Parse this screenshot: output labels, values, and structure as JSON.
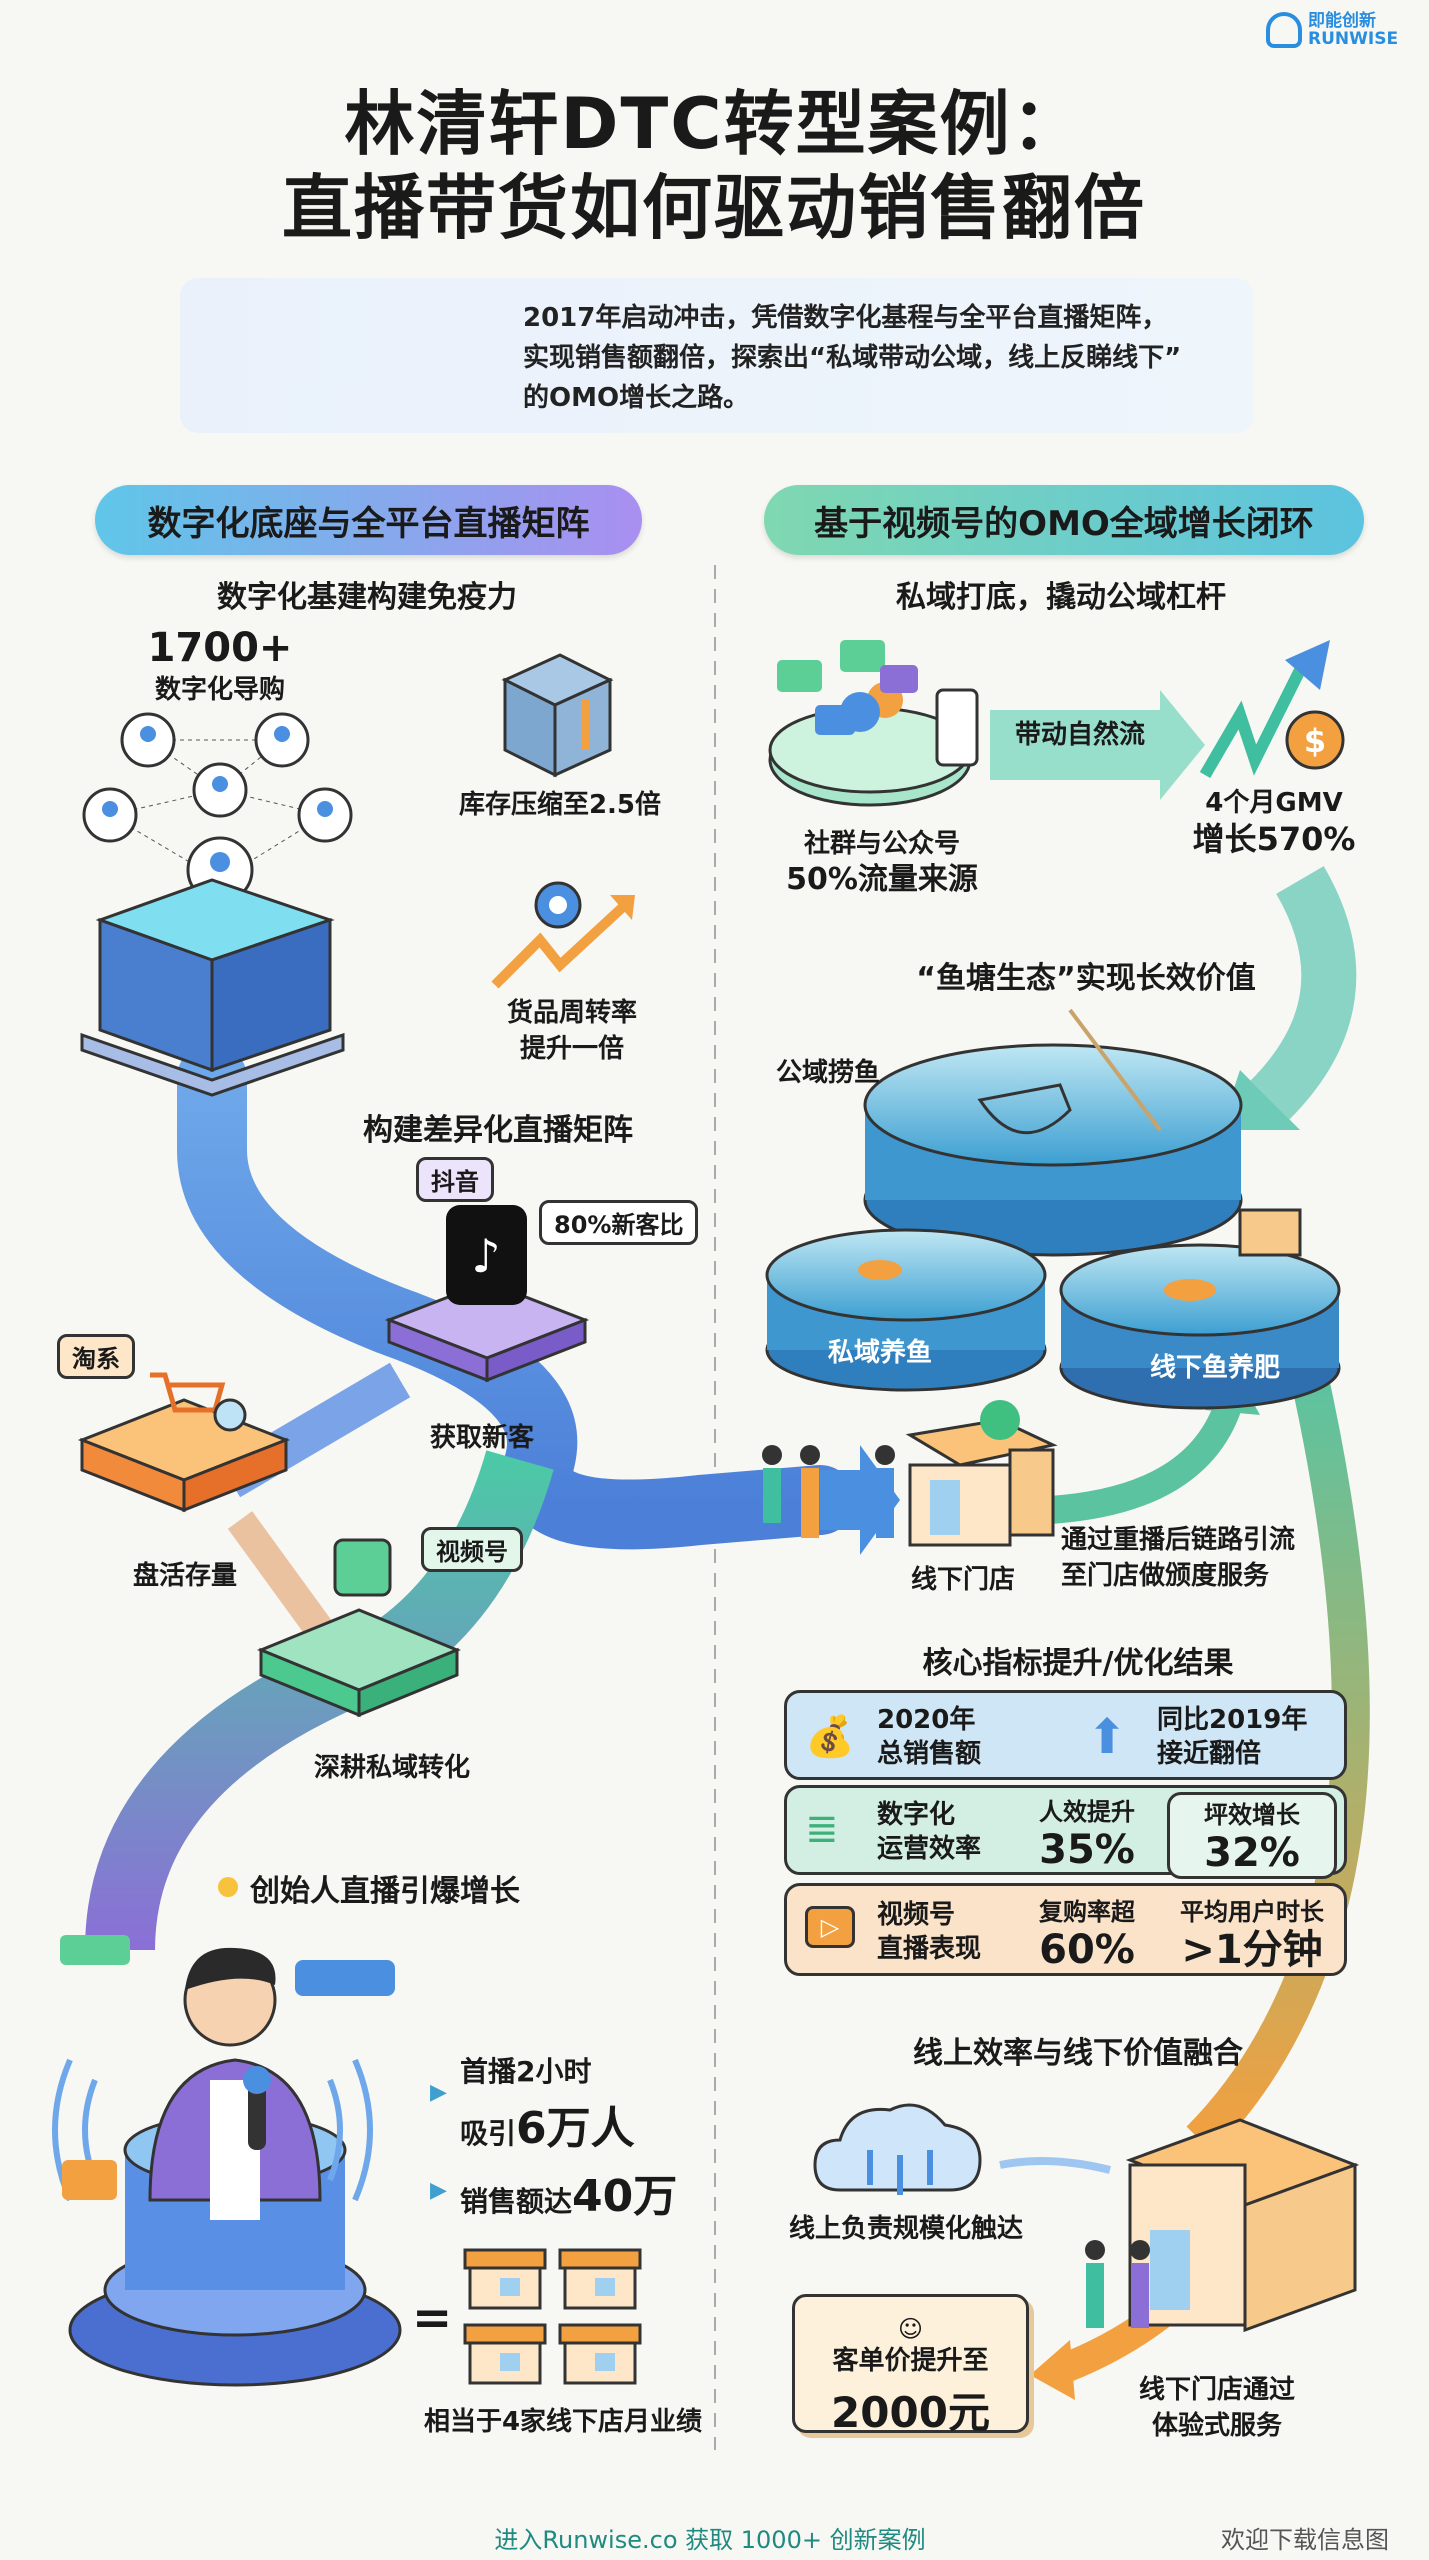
{
  "logo": {
    "cn": "即能创新",
    "en": "RUNWISE"
  },
  "title": {
    "line1": "林清轩DTC转型案例：",
    "line2": "直播带货如何驱动销售翻倍"
  },
  "intro": {
    "line1": "2017年启动冲击，凭借数字化基程与全平台直播矩阵，",
    "line2": "实现销售额翻倍，探索出“私域带动公域，线上反睇线下”",
    "line3": "的OMO增长之路。"
  },
  "left": {
    "header": "数字化底座与全平台直播矩阵",
    "sub1": "数字化基建构建免疫力",
    "guides_value": "1700+",
    "guides_label": "数字化导购",
    "inventory": "库存压缩至2.5倍",
    "turnover_l1": "货品周转率",
    "turnover_l2": "提升一倍",
    "sub2": "构建差异化直播矩阵",
    "douyin": "抖音",
    "new_customer_ratio": "80%新客比",
    "acquire": "获取新客",
    "taobao": "淘系",
    "revitalize": "盘活存量",
    "channels": "视频号",
    "private": "深耕私域转化",
    "sub3": "创始人直播引爆增长",
    "first_l1": "首播2小时",
    "first_l2a": "吸引",
    "first_l2b": "6万人",
    "sales_a": "销售额达",
    "sales_b": "40万",
    "equals": "=",
    "equiv": "相当于4家线下店月业绩"
  },
  "right": {
    "header": "基于视频号的OMO全域增长闭环",
    "sub1": "私域打底，撬动公域杠杆",
    "community_l1": "社群与公众号",
    "community_l2": "50%流量来源",
    "drive": "带动自然流",
    "gmv_l1": "4个月GMV",
    "gmv_l2": "增长570%",
    "sub2": "“鱼塘生态”实现长效价值",
    "public_fish": "公域捞鱼",
    "private_fish": "私域养鱼",
    "offline_fish": "线下鱼养肥",
    "store": "线下门店",
    "replay_l1": "通过重播后链路引流",
    "replay_l2": "至门店做颁度服务",
    "sub3": "核心指标提升/优化结果",
    "metrics": [
      {
        "label_l1": "2020年",
        "label_l2": "总销售额",
        "items": [
          {
            "k": "同比2019年",
            "v": "接近翻倍"
          }
        ],
        "color": "#cfe6f6"
      },
      {
        "label_l1": "数字化",
        "label_l2": "运营效率",
        "items": [
          {
            "k": "人效提升",
            "v": "35%"
          },
          {
            "k": "坪效增长",
            "v": "32%"
          }
        ],
        "color": "#d3efe4"
      },
      {
        "label_l1": "视频号",
        "label_l2": "直播表现",
        "items": [
          {
            "k": "复购率超",
            "v": "60%"
          },
          {
            "k": "平均用户时长",
            "v": ">1分钟"
          }
        ],
        "color": "#fbe3c9"
      }
    ],
    "sub4": "线上效率与线下价值融合",
    "online": "线上负责规模化触达",
    "aov_l1": "客单价提升至",
    "aov_l2": "2000元",
    "offline_l1": "线下门店通过",
    "offline_l2": "体验式服务"
  },
  "footer": {
    "cta": "进入Runwise.co 获取 1000+ 创新案例",
    "download": "欢迎下载信息图"
  },
  "colors": {
    "blue": "#4a8fe0",
    "teal": "#3fbfa0",
    "purple": "#8b6fd6",
    "orange": "#f29a3c",
    "link": "#1f8a80"
  }
}
